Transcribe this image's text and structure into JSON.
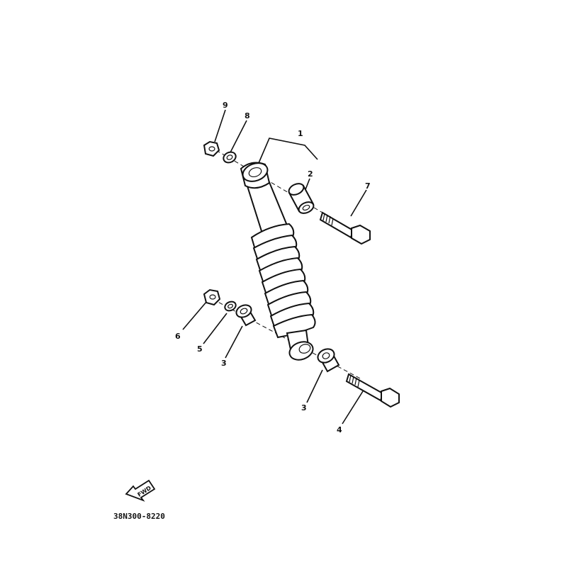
{
  "diagram": {
    "part_code": "38N300-8220",
    "fwd_label": "FWD",
    "callouts": {
      "c1": "1",
      "c2": "2",
      "c3a": "3",
      "c3b": "3",
      "c4": "4",
      "c5": "5",
      "c6": "6",
      "c7": "7",
      "c8": "8",
      "c9": "9"
    }
  }
}
